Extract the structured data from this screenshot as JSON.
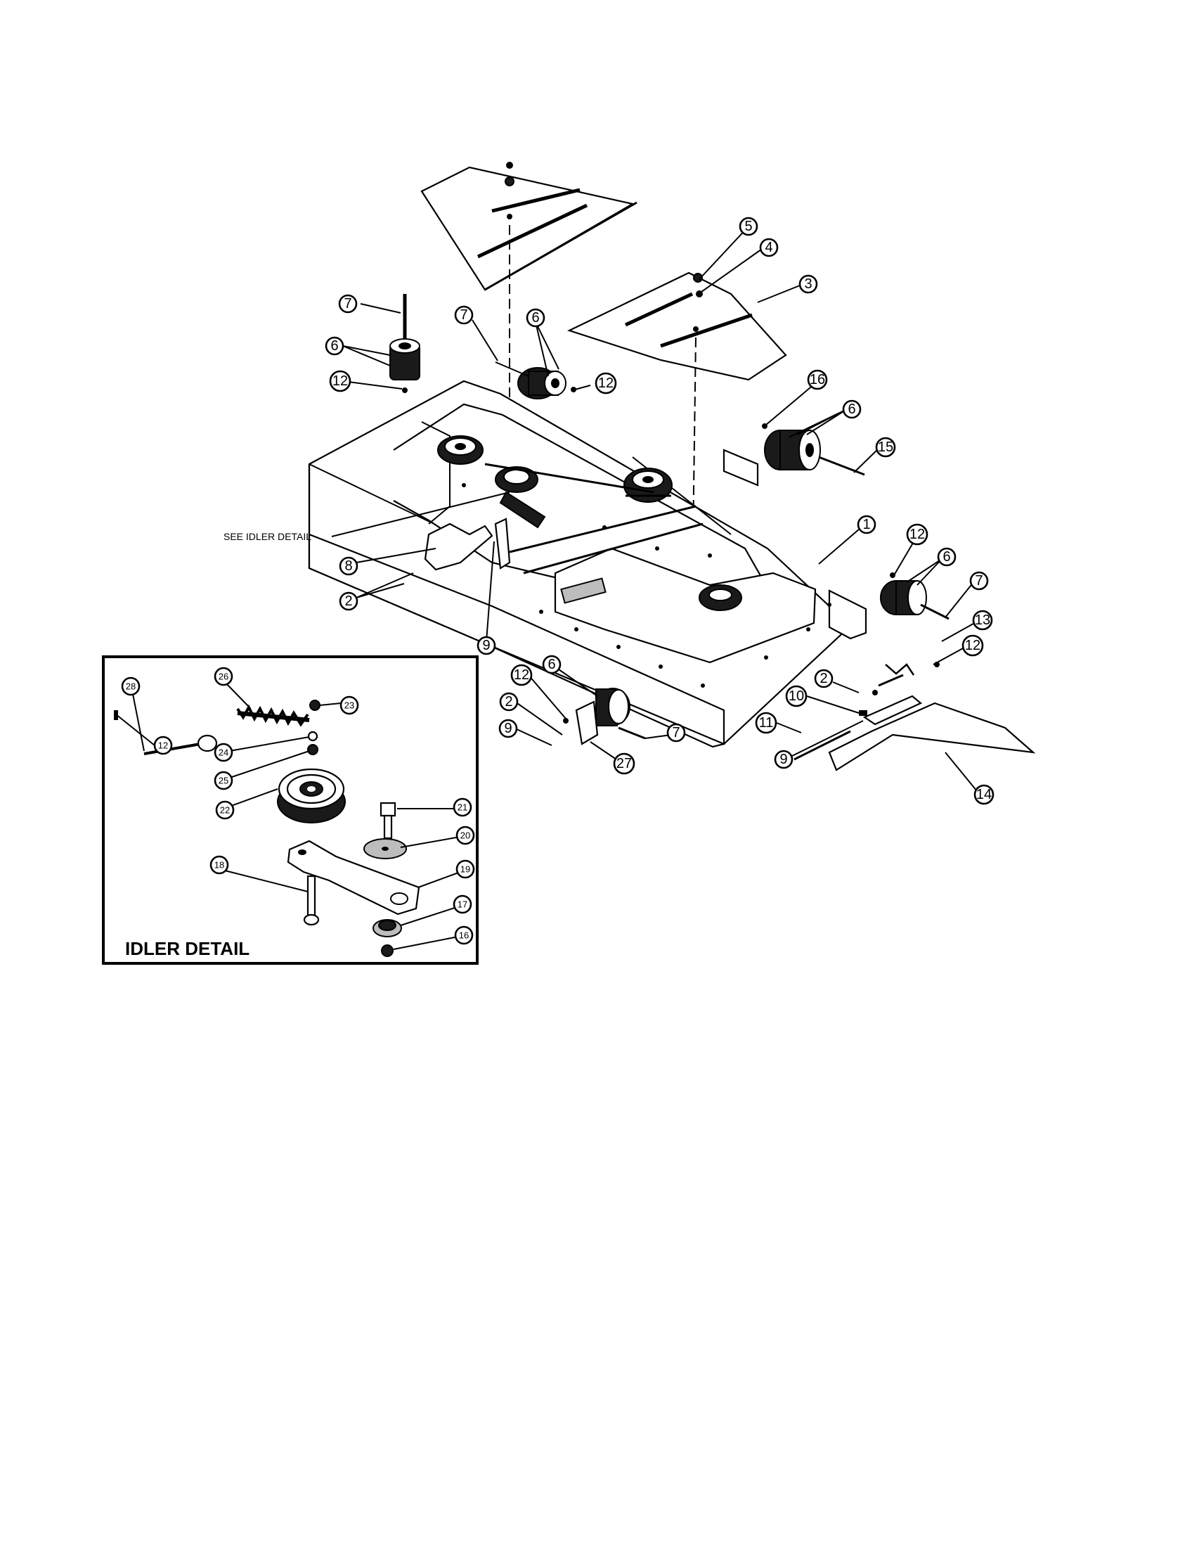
{
  "labels": {
    "see_idler_detail": "SEE IDLER DETAIL",
    "idler_detail_title": "IDLER DETAIL"
  },
  "callouts": {
    "c1": "1",
    "c2a": "2",
    "c2b": "2",
    "c2c": "2",
    "c3": "3",
    "c4": "4",
    "c5": "5",
    "c6a": "6",
    "c6b": "6",
    "c6c": "6",
    "c6d": "6",
    "c6e": "6",
    "c7a": "7",
    "c7b": "7",
    "c7c": "7",
    "c7d": "7",
    "c8": "8",
    "c9a": "9",
    "c9b": "9",
    "c9c": "9",
    "c10": "10",
    "c11": "11",
    "c12a": "12",
    "c12b": "12",
    "c12c": "12",
    "c12d": "12",
    "c12e": "12",
    "c13": "13",
    "c14": "14",
    "c15": "15",
    "c16": "16",
    "c27": "27"
  },
  "detail_callouts": {
    "d12": "12",
    "d16": "16",
    "d17": "17",
    "d18": "18",
    "d19": "19",
    "d20": "20",
    "d21": "21",
    "d22": "22",
    "d23": "23",
    "d24": "24",
    "d25": "25",
    "d26": "26",
    "d28": "28"
  }
}
